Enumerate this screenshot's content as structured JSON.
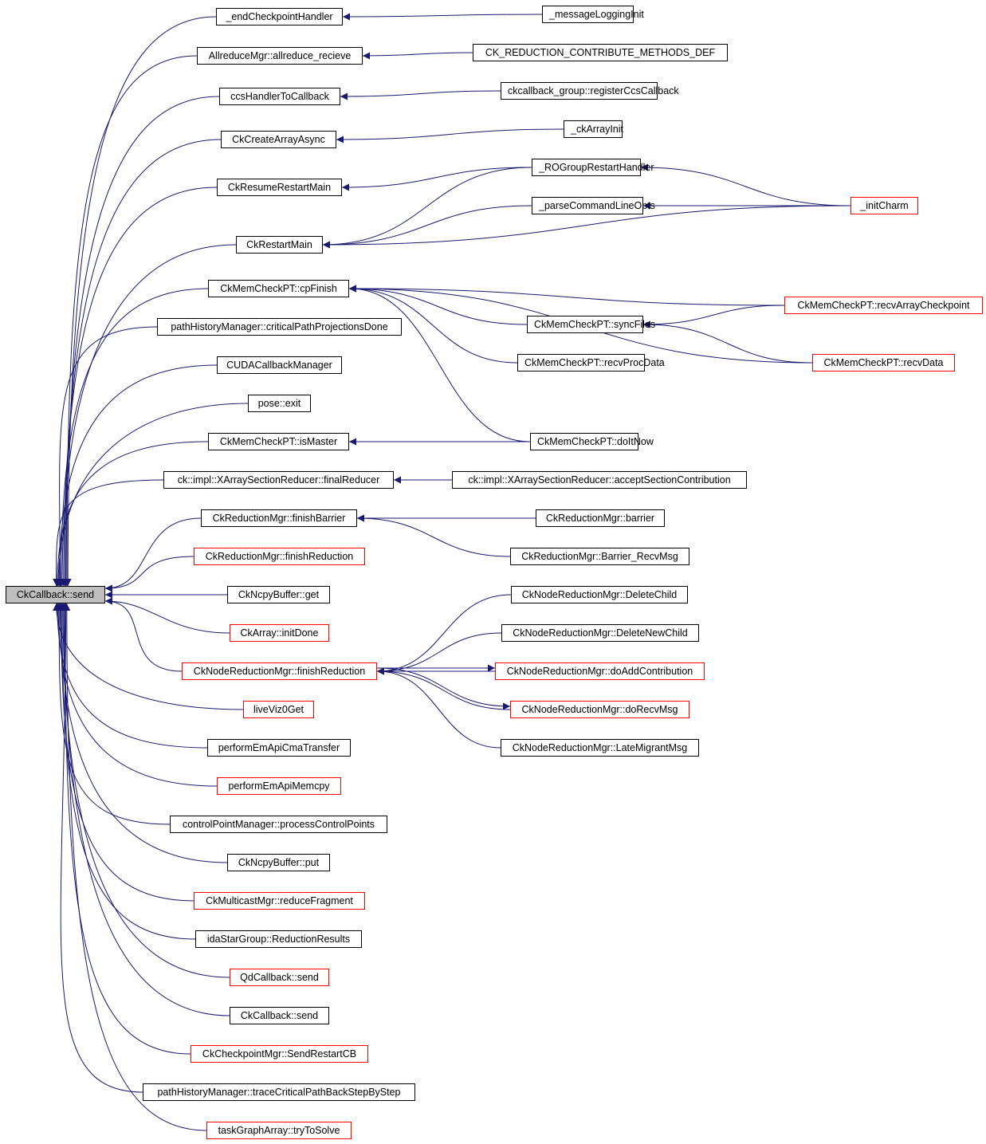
{
  "diagram": {
    "type": "caller-graph",
    "colors": {
      "edge": "#191970",
      "box_border": "#000000",
      "truncated_border": "#ff0000",
      "root_fill": "#bfbfbf"
    },
    "root": {
      "id": "root",
      "label": "CkCallback::send"
    },
    "nodes": [
      {
        "id": "n1",
        "label": "_endCheckpointHandler",
        "truncated": false
      },
      {
        "id": "n2",
        "label": "AllreduceMgr::allreduce_recieve",
        "truncated": false
      },
      {
        "id": "n3",
        "label": "ccsHandlerToCallback",
        "truncated": false
      },
      {
        "id": "n4",
        "label": "CkCreateArrayAsync",
        "truncated": false
      },
      {
        "id": "n5",
        "label": "CkResumeRestartMain",
        "truncated": false
      },
      {
        "id": "n6",
        "label": "CkRestartMain",
        "truncated": false
      },
      {
        "id": "n7",
        "label": "CkMemCheckPT::cpFinish",
        "truncated": false
      },
      {
        "id": "n8",
        "label": "pathHistoryManager::criticalPathProjectionsDone",
        "truncated": false
      },
      {
        "id": "n9",
        "label": "CUDACallbackManager",
        "truncated": false
      },
      {
        "id": "n10",
        "label": "pose::exit",
        "truncated": false
      },
      {
        "id": "n11",
        "label": "CkMemCheckPT::isMaster",
        "truncated": false
      },
      {
        "id": "n12",
        "label": "ck::impl::XArraySectionReducer::finalReducer",
        "truncated": false
      },
      {
        "id": "n13",
        "label": "CkReductionMgr::finishBarrier",
        "truncated": false
      },
      {
        "id": "n14",
        "label": "CkReductionMgr::finishReduction",
        "truncated": true
      },
      {
        "id": "n15",
        "label": "CkNcpyBuffer::get",
        "truncated": false
      },
      {
        "id": "n16",
        "label": "CkArray::initDone",
        "truncated": true
      },
      {
        "id": "n17",
        "label": "CkNodeReductionMgr::finishReduction",
        "truncated": true
      },
      {
        "id": "n18",
        "label": "liveViz0Get",
        "truncated": true
      },
      {
        "id": "n19",
        "label": "performEmApiCmaTransfer",
        "truncated": false
      },
      {
        "id": "n20",
        "label": "performEmApiMemcpy",
        "truncated": true
      },
      {
        "id": "n21",
        "label": "controlPointManager::processControlPoints",
        "truncated": false
      },
      {
        "id": "n22",
        "label": "CkNcpyBuffer::put",
        "truncated": false
      },
      {
        "id": "n23",
        "label": "CkMulticastMgr::reduceFragment",
        "truncated": true
      },
      {
        "id": "n24",
        "label": "idaStarGroup::ReductionResults",
        "truncated": false
      },
      {
        "id": "n25",
        "label": "QdCallback::send",
        "truncated": true
      },
      {
        "id": "n26",
        "label": "CkCallback::send",
        "truncated": false
      },
      {
        "id": "n27",
        "label": "CkCheckpointMgr::SendRestartCB",
        "truncated": true
      },
      {
        "id": "n28",
        "label": "pathHistoryManager::traceCriticalPathBackStepByStep",
        "truncated": false
      },
      {
        "id": "n29",
        "label": "taskGraphArray::tryToSolve",
        "truncated": true
      },
      {
        "id": "m1",
        "label": "_messageLoggingInit",
        "truncated": false
      },
      {
        "id": "m2",
        "label": "CK_REDUCTION_CONTRIBUTE_METHODS_DEF",
        "truncated": false
      },
      {
        "id": "m3",
        "label": "ckcallback_group::registerCcsCallback",
        "truncated": false
      },
      {
        "id": "m4",
        "label": "_ckArrayInit",
        "truncated": false
      },
      {
        "id": "m5",
        "label": "_ROGroupRestartHandler",
        "truncated": false
      },
      {
        "id": "m6",
        "label": "_parseCommandLineOpts",
        "truncated": false
      },
      {
        "id": "m7",
        "label": "CkMemCheckPT::syncFiles",
        "truncated": false
      },
      {
        "id": "m8",
        "label": "CkMemCheckPT::recvProcData",
        "truncated": false
      },
      {
        "id": "m9",
        "label": "CkMemCheckPT::doItNow",
        "truncated": false
      },
      {
        "id": "m10",
        "label": "ck::impl::XArraySectionReducer::acceptSectionContribution",
        "truncated": false
      },
      {
        "id": "m11",
        "label": "CkReductionMgr::barrier",
        "truncated": false
      },
      {
        "id": "m12",
        "label": "CkReductionMgr::Barrier_RecvMsg",
        "truncated": false
      },
      {
        "id": "m13",
        "label": "CkNodeReductionMgr::DeleteChild",
        "truncated": false
      },
      {
        "id": "m14",
        "label": "CkNodeReductionMgr::DeleteNewChild",
        "truncated": false
      },
      {
        "id": "m15",
        "label": "CkNodeReductionMgr::doAddContribution",
        "truncated": true
      },
      {
        "id": "m16",
        "label": "CkNodeReductionMgr::doRecvMsg",
        "truncated": true
      },
      {
        "id": "m17",
        "label": "CkNodeReductionMgr::LateMigrantMsg",
        "truncated": false
      },
      {
        "id": "r1",
        "label": "_initCharm",
        "truncated": true
      },
      {
        "id": "r2",
        "label": "CkMemCheckPT::recvArrayCheckpoint",
        "truncated": true
      },
      {
        "id": "r3",
        "label": "CkMemCheckPT::recvData",
        "truncated": true
      }
    ],
    "edges": [
      {
        "from": "n1",
        "to": "root"
      },
      {
        "from": "n2",
        "to": "root"
      },
      {
        "from": "n3",
        "to": "root"
      },
      {
        "from": "n4",
        "to": "root"
      },
      {
        "from": "n5",
        "to": "root"
      },
      {
        "from": "n6",
        "to": "root"
      },
      {
        "from": "n7",
        "to": "root"
      },
      {
        "from": "n8",
        "to": "root"
      },
      {
        "from": "n9",
        "to": "root"
      },
      {
        "from": "n10",
        "to": "root"
      },
      {
        "from": "n11",
        "to": "root"
      },
      {
        "from": "n12",
        "to": "root"
      },
      {
        "from": "n13",
        "to": "root"
      },
      {
        "from": "n14",
        "to": "root"
      },
      {
        "from": "n15",
        "to": "root"
      },
      {
        "from": "n16",
        "to": "root"
      },
      {
        "from": "n17",
        "to": "root"
      },
      {
        "from": "n18",
        "to": "root"
      },
      {
        "from": "n19",
        "to": "root"
      },
      {
        "from": "n20",
        "to": "root"
      },
      {
        "from": "n21",
        "to": "root"
      },
      {
        "from": "n22",
        "to": "root"
      },
      {
        "from": "n23",
        "to": "root"
      },
      {
        "from": "n24",
        "to": "root"
      },
      {
        "from": "n25",
        "to": "root"
      },
      {
        "from": "n26",
        "to": "root"
      },
      {
        "from": "n27",
        "to": "root"
      },
      {
        "from": "n28",
        "to": "root"
      },
      {
        "from": "n29",
        "to": "root"
      },
      {
        "from": "m1",
        "to": "n1"
      },
      {
        "from": "m2",
        "to": "n2"
      },
      {
        "from": "m3",
        "to": "n3"
      },
      {
        "from": "m4",
        "to": "n4"
      },
      {
        "from": "m5",
        "to": "n5"
      },
      {
        "from": "m5",
        "to": "n6"
      },
      {
        "from": "m6",
        "to": "n6"
      },
      {
        "from": "r1",
        "to": "m5"
      },
      {
        "from": "r1",
        "to": "m6"
      },
      {
        "from": "r1",
        "to": "n6"
      },
      {
        "from": "r2",
        "to": "n7"
      },
      {
        "from": "m7",
        "to": "n7"
      },
      {
        "from": "m8",
        "to": "n7"
      },
      {
        "from": "r3",
        "to": "n7"
      },
      {
        "from": "m9",
        "to": "n7"
      },
      {
        "from": "r2",
        "to": "m7"
      },
      {
        "from": "r3",
        "to": "m7"
      },
      {
        "from": "m9",
        "to": "n11"
      },
      {
        "from": "m10",
        "to": "n12"
      },
      {
        "from": "m11",
        "to": "n13"
      },
      {
        "from": "m12",
        "to": "n13"
      },
      {
        "from": "m13",
        "to": "n17"
      },
      {
        "from": "m14",
        "to": "n17"
      },
      {
        "from": "m15",
        "to": "n17"
      },
      {
        "from": "n17",
        "to": "m15"
      },
      {
        "from": "m16",
        "to": "n17"
      },
      {
        "from": "n17",
        "to": "m16"
      },
      {
        "from": "m17",
        "to": "n17"
      }
    ]
  }
}
